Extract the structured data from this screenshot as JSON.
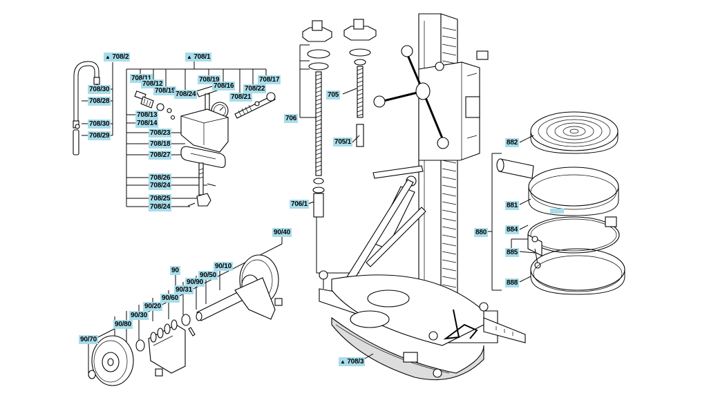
{
  "groups": {
    "g708_2": "708/2",
    "g708_1": "708/1",
    "g708_3": "708/3"
  },
  "labels": {
    "l708_11": "708/11",
    "l708_12": "708/12",
    "l708_15": "708/15",
    "l708_24a": "708/24",
    "l708_19": "708/19",
    "l708_16": "708/16",
    "l708_21": "708/21",
    "l708_22": "708/22",
    "l708_17": "708/17",
    "l708_13": "708/13",
    "l708_14": "708/14",
    "l708_23": "708/23",
    "l708_18": "708/18",
    "l708_27": "708/27",
    "l708_26": "708/26",
    "l708_24b": "708/24",
    "l708_25": "708/25",
    "l708_24c": "708/24",
    "l708_30a": "708/30",
    "l708_28": "708/28",
    "l708_30b": "708/30",
    "l708_29": "708/29",
    "l706": "706",
    "l706_1": "706/1",
    "l705": "705",
    "l705_1": "705/1",
    "l90_40": "90/40",
    "l90": "90",
    "l90_10": "90/10",
    "l90_50": "90/50",
    "l90_90": "90/90",
    "l90_31": "90/31",
    "l90_60": "90/60",
    "l90_20": "90/20",
    "l90_30": "90/30",
    "l90_80": "90/80",
    "l90_70": "90/70",
    "l882": "882",
    "l881": "881",
    "l880": "880",
    "l884": "884",
    "l885": "885",
    "l888": "888"
  }
}
